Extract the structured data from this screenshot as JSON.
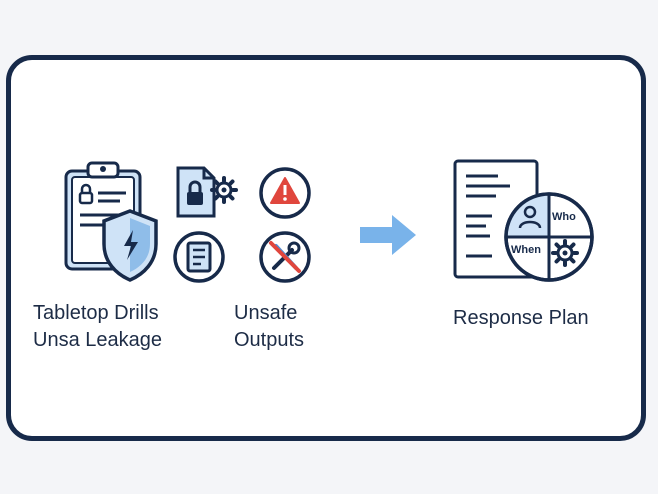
{
  "left_group": {
    "label_lines": [
      "Tabletop Drills",
      "Unsa Leakage"
    ],
    "icons": [
      "clipboard-icon",
      "shield-icon",
      "lock-file-gear-icon",
      "document-circle-icon"
    ]
  },
  "middle_group": {
    "label_lines": [
      "Unsafe",
      "Outputs"
    ],
    "icons": [
      "warning-icon",
      "tools-cross-icon"
    ]
  },
  "arrow": {
    "icon": "arrow-right-icon",
    "color": "#79b3ea"
  },
  "response_plan": {
    "label": "Response Plan",
    "quadrant_labels": {
      "who": "Who",
      "when": "When"
    },
    "icons": [
      "plan-document-icon",
      "person-icon",
      "gear-icon"
    ]
  },
  "colors": {
    "navy": "#172a4a",
    "blue_fill": "#cfe3f7",
    "blue_accent": "#4d8fd6",
    "red": "#e0463d"
  }
}
